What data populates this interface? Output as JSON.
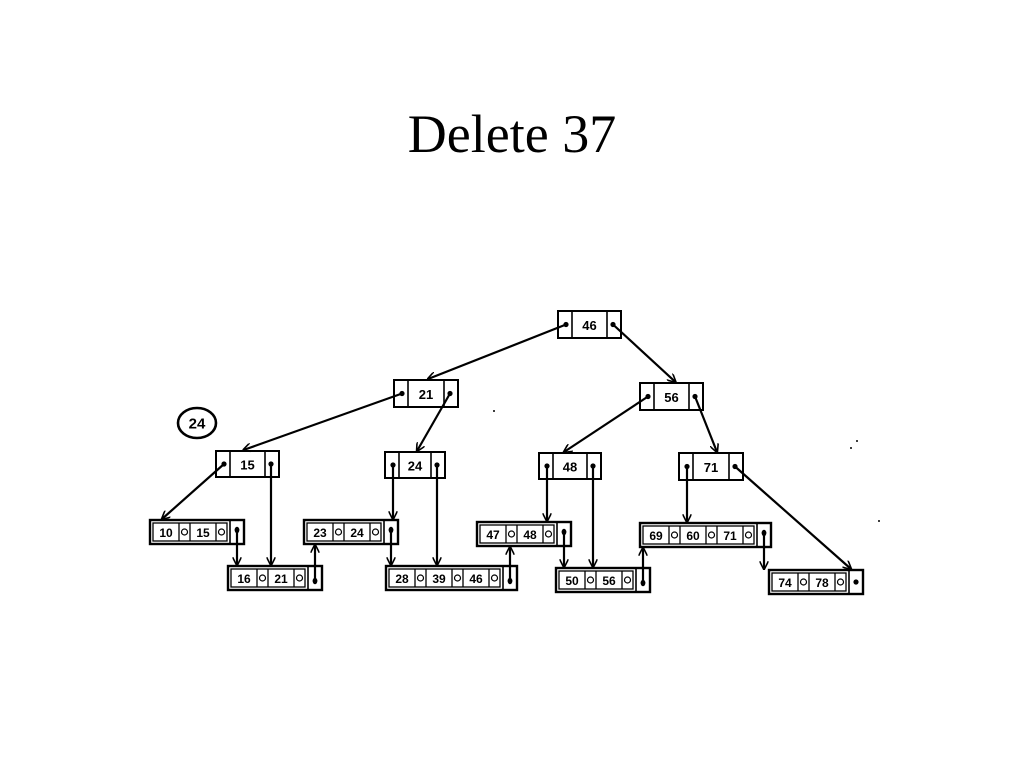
{
  "slide": {
    "title": "Delete 37"
  },
  "annotation": {
    "label": "24"
  },
  "tree": {
    "root": {
      "keys": [
        "46"
      ]
    },
    "level1": [
      {
        "keys": [
          "21"
        ]
      },
      {
        "keys": [
          "56"
        ]
      }
    ],
    "level2": [
      {
        "keys": [
          "15"
        ]
      },
      {
        "keys": [
          "24"
        ]
      },
      {
        "keys": [
          "48"
        ]
      },
      {
        "keys": [
          "71"
        ]
      }
    ],
    "leaves": [
      {
        "keys": [
          "10",
          "15"
        ]
      },
      {
        "keys": [
          "16",
          "21"
        ]
      },
      {
        "keys": [
          "23",
          "24"
        ]
      },
      {
        "keys": [
          "28",
          "39",
          "46"
        ]
      },
      {
        "keys": [
          "47",
          "48"
        ]
      },
      {
        "keys": [
          "50",
          "56"
        ]
      },
      {
        "keys": [
          "69",
          "60",
          "71"
        ]
      },
      {
        "keys": [
          "74",
          "78"
        ]
      }
    ]
  },
  "colors": {
    "ink": "#000000",
    "background": "#ffffff"
  }
}
